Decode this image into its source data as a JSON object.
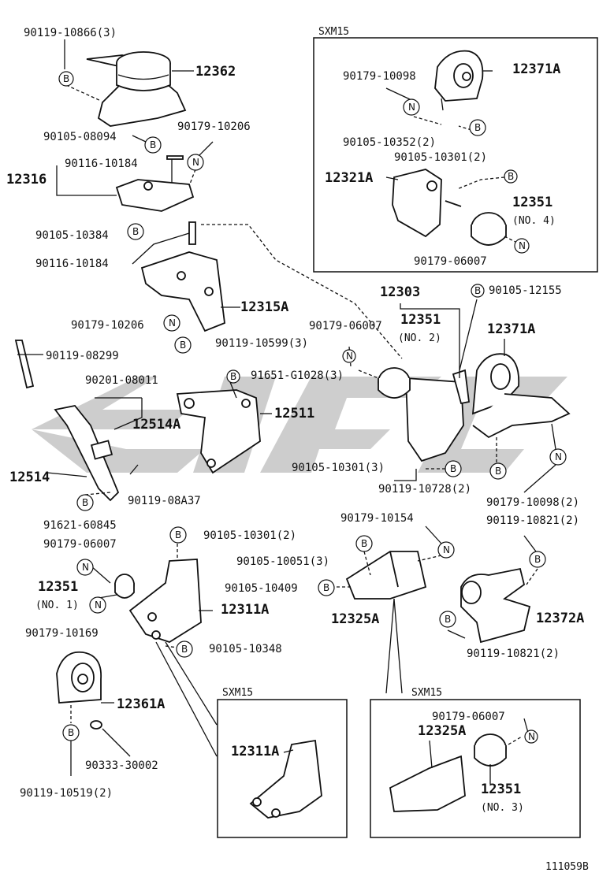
{
  "diagram": {
    "watermark_color": "#bdbdbd",
    "ink_color": "#111111",
    "figure_id": "111059B",
    "boxes": [
      {
        "title": "SXM15"
      },
      {
        "title": "SXM15"
      },
      {
        "title": "SXM15"
      }
    ],
    "labels": {
      "l1": "90119-10866(3)",
      "l2": "12362",
      "l3": "90105-08094",
      "l4": "90179-10206",
      "l5": "90116-10184",
      "l6": "12316",
      "l7": "90105-10384",
      "l8": "90116-10184",
      "l9": "12315A",
      "l10": "90179-10206",
      "l11": "90119-10599(3)",
      "l12": "90119-08299",
      "l13": "90201-08011",
      "l14": "91651-G1028(3)",
      "l15": "12511",
      "l16": "12514A",
      "l17": "12514",
      "l18": "90119-08A37",
      "l19": "91621-60845",
      "l20": "90179-10098",
      "l21": "12371A",
      "l22": "90105-10352(2)",
      "l23": "90105-10301(2)",
      "l24": "12321A",
      "l25": "12351",
      "l26": "(NO. 4)",
      "l27": "90179-06007",
      "l28": "12303",
      "l29": "90105-12155",
      "l30": "90179-06007",
      "l31": "12351",
      "l32": "(NO. 2)",
      "l33": "12371A",
      "l34": "90105-10301(3)",
      "l35": "90119-10728(2)",
      "l36": "90179-10098(2)",
      "l37": "90119-10821(2)",
      "l38": "90179-10154",
      "l39": "90105-10051(3)",
      "l40": "90105-10409",
      "l41": "12325A",
      "l42": "12372A",
      "l43": "90119-10821(2)",
      "l44": "90179-06007",
      "l45": "90105-10301(2)",
      "l46": "12351",
      "l47": "(NO. 1)",
      "l48": "12311A",
      "l49": "90179-10169",
      "l50": "90105-10348",
      "l51": "12361A",
      "l52": "90333-30002",
      "l53": "90119-10519(2)",
      "l54": "12311A",
      "l55": "12325A",
      "l56": "90179-06007",
      "l57": "12351",
      "l58": "(NO. 3)"
    },
    "markers": {
      "b": "B",
      "n": "N"
    }
  }
}
